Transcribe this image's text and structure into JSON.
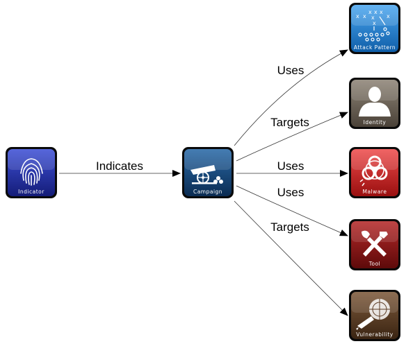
{
  "nodes": {
    "indicator": {
      "label": "Indicator",
      "icon": "fingerprint-icon",
      "color": "#1f2fa8"
    },
    "campaign": {
      "label": "Campaign",
      "icon": "cannon-icon",
      "color": "#12406e"
    },
    "attack_pattern": {
      "label": "Attack Pattern",
      "icon": "play-diagram-icon",
      "color": "#1c7fd4"
    },
    "identity": {
      "label": "Identity",
      "icon": "person-silhouette-icon",
      "color": "#6a6054"
    },
    "malware": {
      "label": "Malware",
      "icon": "biohazard-icon",
      "color": "#c81e1e"
    },
    "tool": {
      "label": "Tool",
      "icon": "wrench-hammer-icon",
      "color": "#8e1414"
    },
    "vulnerability": {
      "label": "Vulnerability",
      "icon": "broken-key-icon",
      "color": "#5a3a22"
    }
  },
  "edges": {
    "indicates": "Indicates",
    "uses_attack_pattern": "Uses",
    "targets_identity": "Targets",
    "uses_malware": "Uses",
    "uses_tool": "Uses",
    "targets_vulnerability": "Targets"
  }
}
